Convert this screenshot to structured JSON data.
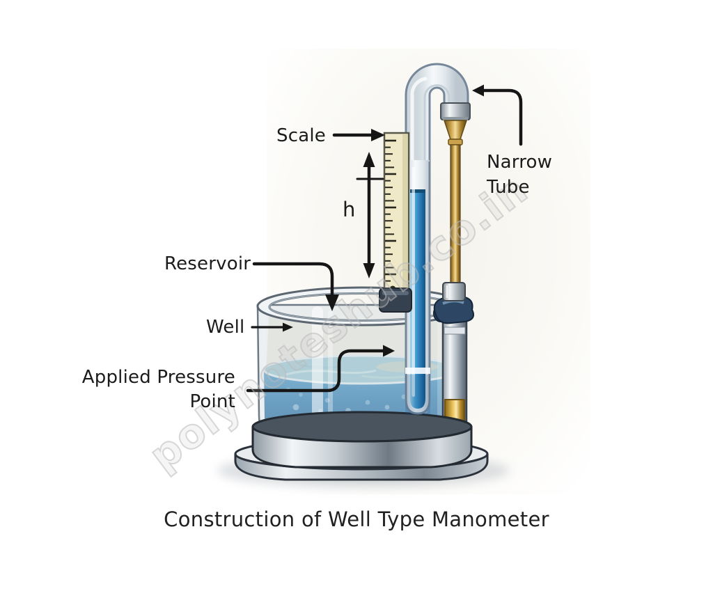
{
  "title": "Construction of Well Type Manometer",
  "watermark": "polynoteshub.co.in",
  "labels": {
    "scale": "Scale",
    "height_symbol": "h",
    "narrow_tube_line1": "Narrow",
    "narrow_tube_line2": "Tube",
    "reservoir": "Reservoir",
    "well": "Well",
    "applied_pressure_line1": "Applied Pressure",
    "applied_pressure_line2": "Point"
  },
  "diagram": {
    "type": "well-type-manometer-illustration",
    "labeled_parts": [
      "Scale",
      "Narrow Tube",
      "Reservoir",
      "Well",
      "Applied Pressure Point"
    ],
    "height_marker": "h"
  },
  "colors": {
    "ink": "#161616",
    "liquid_blue": "#2f7cb0",
    "column_blue": "#2f86c2",
    "brass": "#c29a45",
    "silver": "#b9c2c9",
    "ruler_cream": "#f0e9c8",
    "watermark_gray": "#bababa"
  }
}
